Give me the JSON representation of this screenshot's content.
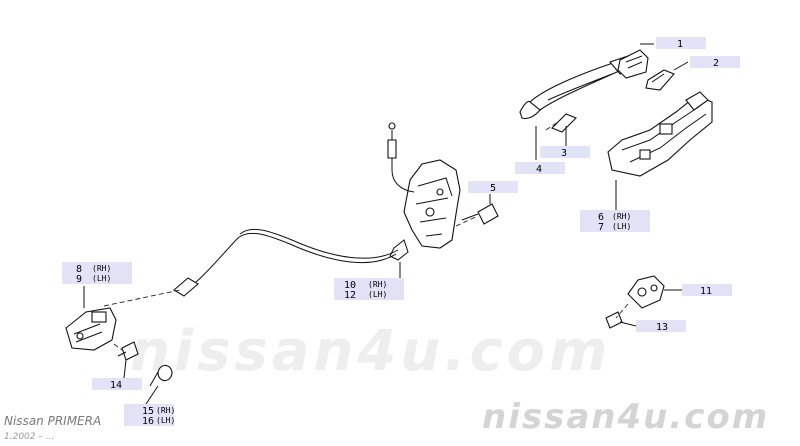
{
  "watermark": {
    "main": "nissan4u.com",
    "corner": "nissan4u.com"
  },
  "caption": {
    "model": "Nissan PRIMERA",
    "years": "1.2002 – ..."
  },
  "callouts": [
    {
      "id": "c1",
      "number": "1",
      "side": ""
    },
    {
      "id": "c2",
      "number": "2",
      "side": ""
    },
    {
      "id": "c3",
      "number": "3",
      "side": ""
    },
    {
      "id": "c4",
      "number": "4",
      "side": ""
    },
    {
      "id": "c5",
      "number": "5",
      "side": ""
    },
    {
      "id": "c6",
      "number": "6",
      "side": "(RH)"
    },
    {
      "id": "c7",
      "number": "7",
      "side": "(LH)"
    },
    {
      "id": "c8",
      "number": "8",
      "side": "(RH)"
    },
    {
      "id": "c9",
      "number": "9",
      "side": "(LH)"
    },
    {
      "id": "c10",
      "number": "10",
      "side": "(RH)"
    },
    {
      "id": "c11",
      "number": "11",
      "side": ""
    },
    {
      "id": "c12",
      "number": "12",
      "side": "(LH)"
    },
    {
      "id": "c13",
      "number": "13",
      "side": ""
    },
    {
      "id": "c14",
      "number": "14",
      "side": ""
    },
    {
      "id": "c15",
      "number": "15",
      "side": "(RH)"
    },
    {
      "id": "c16",
      "number": "16",
      "side": "(LH)"
    }
  ]
}
